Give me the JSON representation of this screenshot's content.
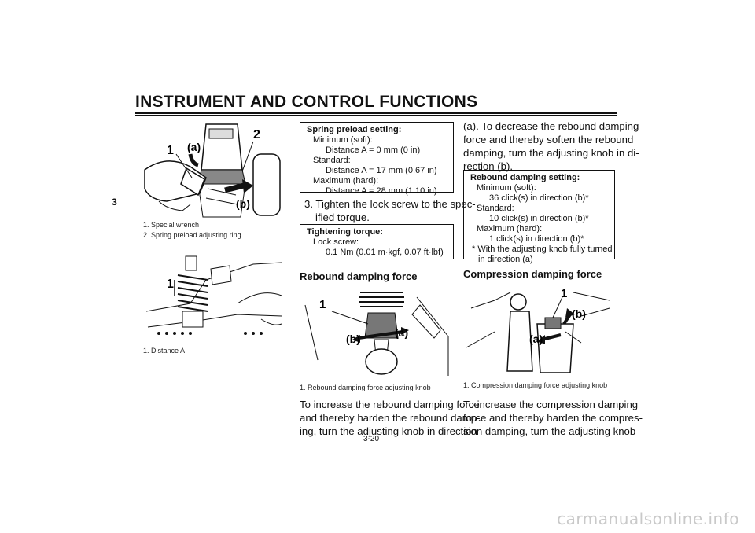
{
  "header": {
    "title": "INSTRUMENT AND CONTROL FUNCTIONS",
    "tab": "3"
  },
  "fig1": {
    "callouts": [
      "1",
      "2",
      "(a)",
      "(b)"
    ],
    "captions": [
      "1. Special wrench",
      "2. Spring preload adjusting ring"
    ]
  },
  "fig2": {
    "callouts": [
      "1"
    ],
    "captions": [
      "1. Distance A"
    ]
  },
  "spring_box": {
    "title": "Spring preload setting:",
    "lines": [
      "Minimum (soft):",
      "Distance A = 0 mm (0 in)",
      "Standard:",
      "Distance A = 17 mm (0.67 in)",
      "Maximum (hard):",
      "Distance A = 28 mm (1.10 in)"
    ]
  },
  "step3": {
    "lines": [
      "3. Tighten the lock screw to the spec-",
      "ified torque."
    ]
  },
  "torque_box": {
    "title": "Tightening torque:",
    "lines": [
      "Lock screw:",
      "0.1 Nm (0.01 m·kgf, 0.07 ft·lbf)"
    ]
  },
  "rebound": {
    "heading": "Rebound damping force",
    "callouts": [
      "1",
      "(a)",
      "(b)"
    ],
    "caption": "1. Rebound damping force adjusting knob",
    "text": [
      "To increase the rebound damping force",
      "and thereby harden the rebound damp-",
      "ing, turn the adjusting knob in direction"
    ]
  },
  "col3": {
    "text": [
      "(a). To decrease the rebound damping",
      "force and thereby soften the rebound",
      "damping, turn the adjusting knob in di-",
      "rection (b)."
    ]
  },
  "rebound_box": {
    "title": "Rebound damping setting:",
    "lines": [
      "Minimum (soft):",
      "36 click(s) in direction (b)*",
      "Standard:",
      "10 click(s) in direction (b)*",
      "Maximum (hard):",
      "1 click(s) in direction (b)*",
      "* With the adjusting knob fully turned",
      "in direction (a)"
    ]
  },
  "compression": {
    "heading": "Compression damping force",
    "callouts": [
      "1",
      "(a)",
      "(b)"
    ],
    "caption": "1. Compression damping force adjusting knob",
    "text": [
      "To increase the compression damping",
      "force and thereby harden the compres-",
      "sion damping, turn the adjusting knob"
    ]
  },
  "page_number": "3-20",
  "watermark": "carmanualsonline.info"
}
